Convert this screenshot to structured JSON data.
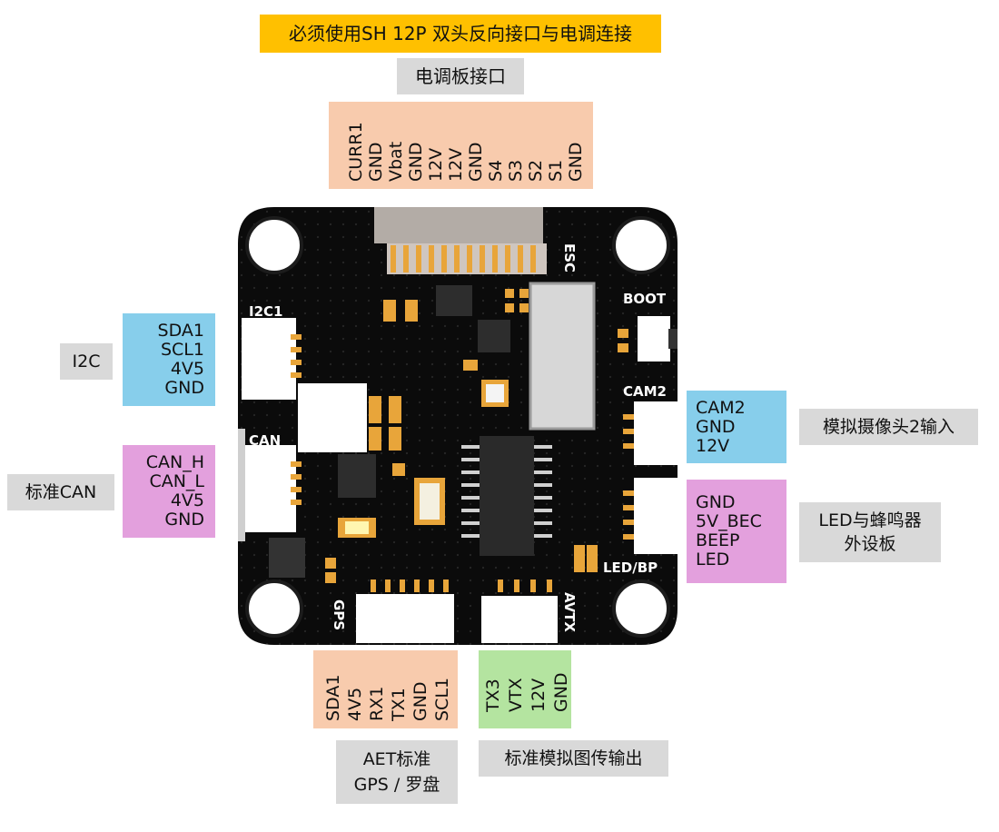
{
  "top_note": "必须使用SH 12P 双头反向接口与电调连接",
  "esc_title": "电调板接口",
  "esc_pins": [
    "CURR1",
    "GND",
    "Vbat",
    "GND",
    "12V",
    "12V",
    "GND",
    "S4",
    "S3",
    "S2",
    "S1",
    "GND"
  ],
  "i2c": {
    "label": "I2C",
    "pins": [
      "SDA1",
      "SCL1",
      "4V5",
      "GND"
    ]
  },
  "can": {
    "label": "标准CAN",
    "pins": [
      "CAN_H",
      "CAN_L",
      "4V5",
      "GND"
    ]
  },
  "cam2": {
    "label": "模拟摄像头2输入",
    "pins": [
      "CAM2",
      "GND",
      "12V"
    ]
  },
  "led": {
    "label_lines": [
      "LED与蜂鸣器",
      "外设板"
    ],
    "pins": [
      "GND",
      "5V_BEC",
      "BEEP",
      "LED"
    ]
  },
  "gps": {
    "pins": [
      "SDA1",
      "4V5",
      "RX1",
      "TX1",
      "GND",
      "SCL1"
    ],
    "label_lines": [
      "AET标准",
      "GPS / 罗盘"
    ]
  },
  "vtx": {
    "pins": [
      "TX3",
      "VTX",
      "12V",
      "GND"
    ],
    "label": "标准模拟图传输出"
  },
  "silkscreen": [
    "ESC",
    "BOOT",
    "I2C1",
    "CAM2",
    "CAN",
    "LED/BP",
    "GPS",
    "AVTX"
  ],
  "colors": {
    "yellow": "#ffc000",
    "salmon": "#f8cbad",
    "blue": "#87ceeb",
    "pink": "#e3a0dd",
    "green": "#b4e4a0",
    "grey": "#d9d9d9",
    "pcb": "#0b0b0b"
  }
}
